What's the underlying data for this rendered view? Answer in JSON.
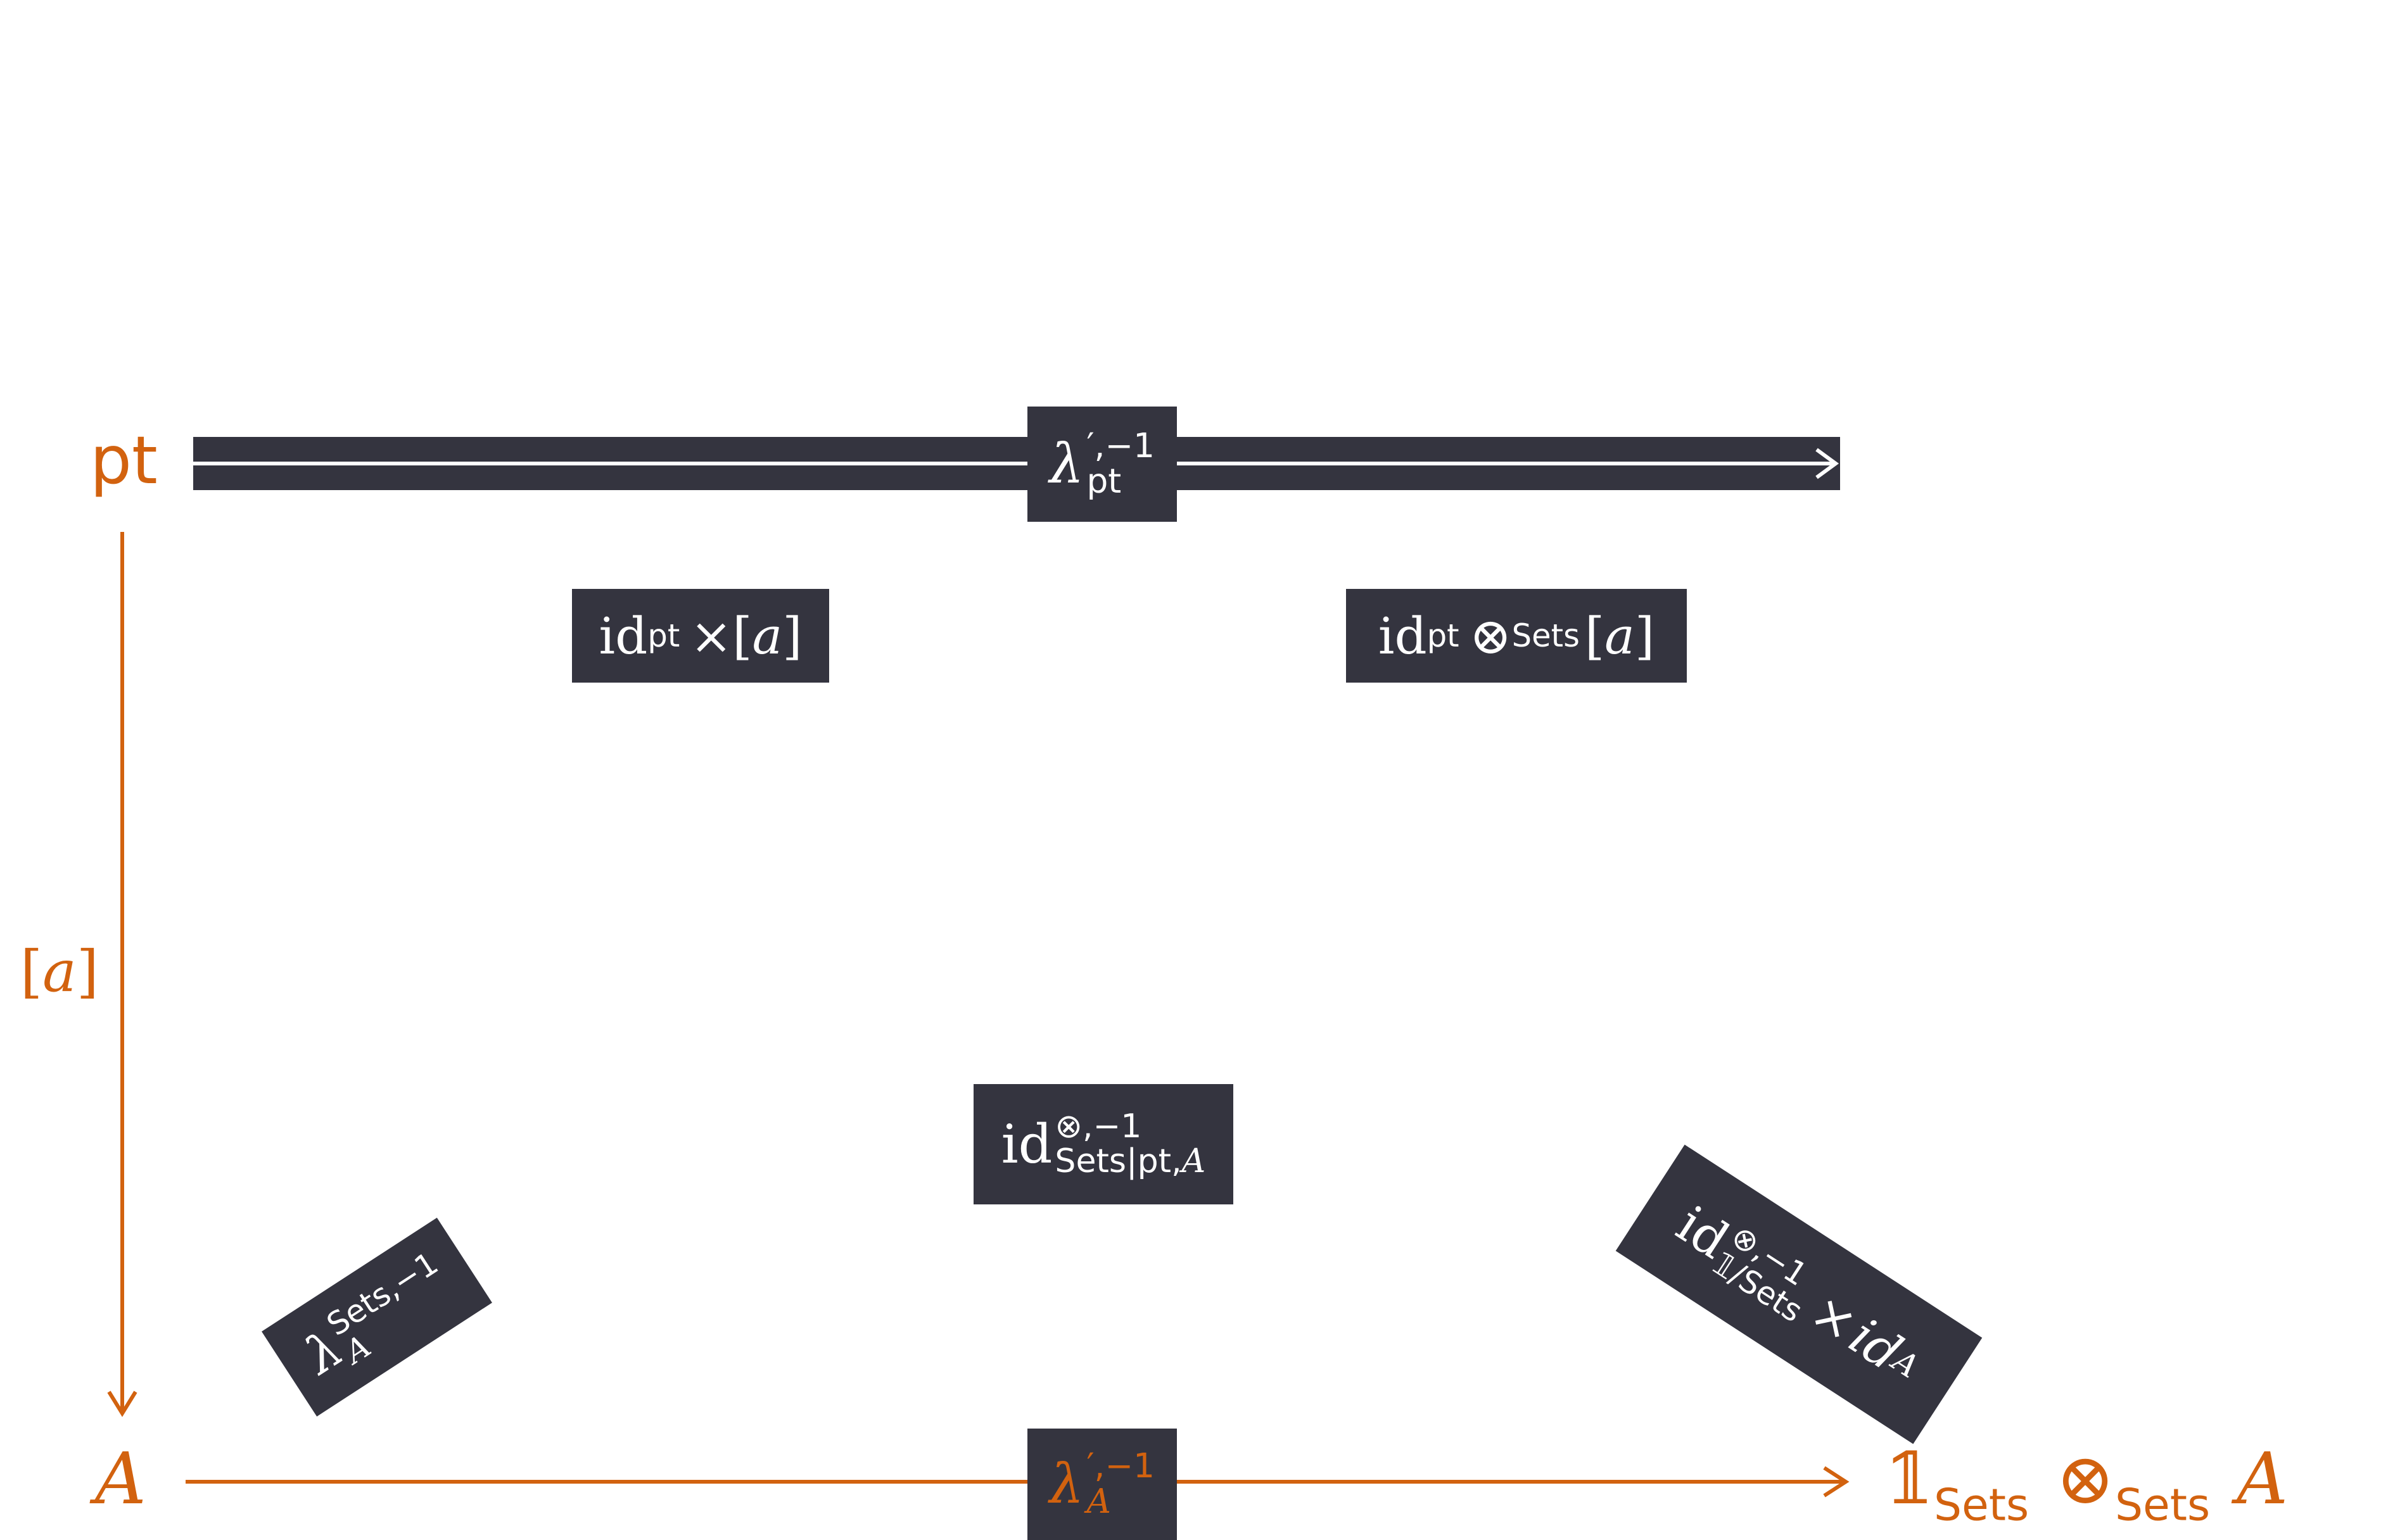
{
  "objects": {
    "pt": "pt",
    "A": "A",
    "unit_symbol": "𝟙",
    "unit_sub": "Sets",
    "tensor": "⊗",
    "tensor_sub": "Sets",
    "target_A": "A"
  },
  "labels": {
    "left_arrow": {
      "open": "[",
      "a": "a",
      "close": "]"
    },
    "top_arrow": {
      "base": "λ",
      "sup": "′,−1",
      "sub": "pt"
    },
    "bottom_arrow": {
      "base": "λ",
      "sup": "′,−1",
      "sub": "A"
    },
    "box_id_times": {
      "id": "id",
      "sub": "pt",
      "op": "×",
      "open": "[",
      "a": "a",
      "close": "]"
    },
    "box_id_tensor": {
      "id": "id",
      "sub": "pt",
      "op": "⊗",
      "op_sub": "Sets",
      "open": "[",
      "a": "a",
      "close": "]"
    },
    "box_mid": {
      "id": "id",
      "sup": "⊗,−1",
      "sub_pre": "Sets|pt,",
      "sub_it": "A"
    },
    "box_lambda_sets": {
      "base": "λ",
      "sup": "Sets,−1",
      "sub": "A"
    },
    "box_right_diag": {
      "id": "id",
      "sup": "⊗,−1",
      "sub": "𝟙/Sets",
      "op": "×",
      "id2": "id",
      "sub2": "A"
    }
  },
  "colors": {
    "accent": "#d2620f",
    "box": "#34343f",
    "text_on_box": "#ffffff"
  }
}
